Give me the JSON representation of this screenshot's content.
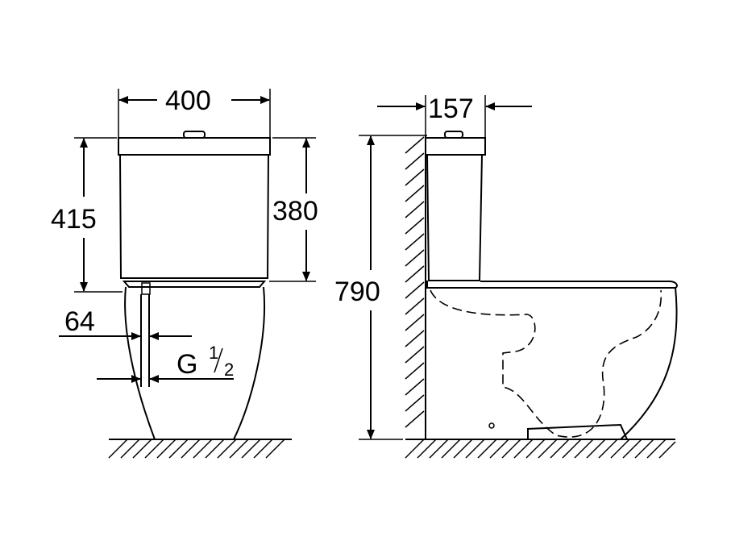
{
  "dimensions": {
    "width": "400",
    "tank_total_height": "415",
    "tank_height": "380",
    "offset": "64",
    "thread": "G",
    "thread_num": "1",
    "thread_den": "2",
    "depth": "157",
    "total_height": "790"
  }
}
